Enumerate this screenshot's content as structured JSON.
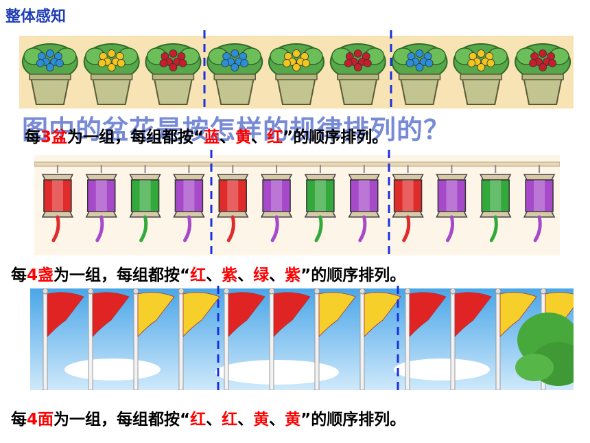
{
  "slide": {
    "title": "整体感知",
    "question": "图中的盆花是按怎样的规律排列的？"
  },
  "flowers": {
    "colors": [
      "#2a8fd6",
      "#f2c61f",
      "#c41f2b"
    ],
    "sentence": {
      "prefix": "每",
      "count": "3盆",
      "middle": "为一组，每组都按“",
      "c1": "蓝",
      "sep1": "、",
      "c2": "黄",
      "sep2": "、",
      "c3": "红",
      "suffix": "”的顺序排列。"
    }
  },
  "lanterns": {
    "colors": [
      "#e02b2b",
      "#a64ac9",
      "#33a93c",
      "#a64ac9"
    ],
    "sentence": {
      "prefix": "每",
      "count": "4盏",
      "middle": "为一组，每组都按“",
      "c1": "红",
      "sep1": "、",
      "c2": "紫",
      "sep2": "、",
      "c3": "绿",
      "sep3": "、",
      "c4": "紫",
      "suffix": "”的顺序排列。"
    }
  },
  "flags": {
    "colors": [
      "#e02424",
      "#e02424",
      "#f6cf2a",
      "#f6cf2a"
    ],
    "sentence": {
      "prefix": "每",
      "count": "4面",
      "middle": "为一组，每组都按“",
      "c1": "红",
      "sep1": "、",
      "c2": "红",
      "sep2": "、",
      "c3": "黄",
      "sep3": "、",
      "c4": "黄",
      "suffix": "”的顺序排列。"
    }
  },
  "colors": {
    "divider": "#1a2fe0",
    "title": "#1f3fb5",
    "highlight": "#ff0000"
  }
}
